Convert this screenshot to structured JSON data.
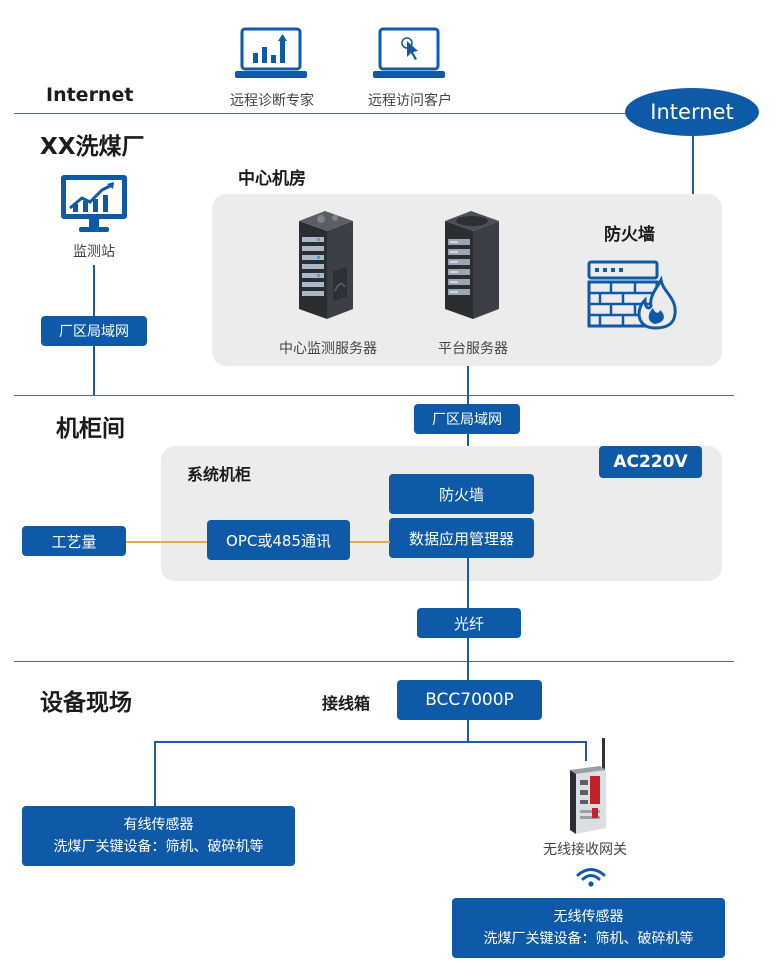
{
  "top": {
    "internet_label": "Internet",
    "remote_expert": "远程诊断专家",
    "remote_client": "远程访问客户",
    "internet_cloud": "Internet"
  },
  "plant": {
    "title": "XX洗煤厂",
    "monitor_station": "监测站",
    "lan_label": "厂区局域网",
    "center_room": {
      "title": "中心机房",
      "server1": "中心监测服务器",
      "server2": "平台服务器",
      "firewall": "防火墙"
    }
  },
  "cabinet_room": {
    "title": "机柜间",
    "lan_label": "厂区局域网",
    "system_cabinet": "系统机柜",
    "power": "AC220V",
    "firewall": "防火墙",
    "data_manager": "数据应用管理器",
    "opc": "OPC或485通讯",
    "process": "工艺量",
    "fiber": "光纤"
  },
  "field": {
    "title": "设备现场",
    "junction_box": "接线箱",
    "bcc": "BCC7000P",
    "wired": {
      "line1": "有线传感器",
      "line2": "洗煤厂关键设备：筛机、破碎机等"
    },
    "gateway": "无线接收网关",
    "wireless": {
      "line1": "无线传感器",
      "line2": "洗煤厂关键设备：筛机、破碎机等"
    }
  }
}
